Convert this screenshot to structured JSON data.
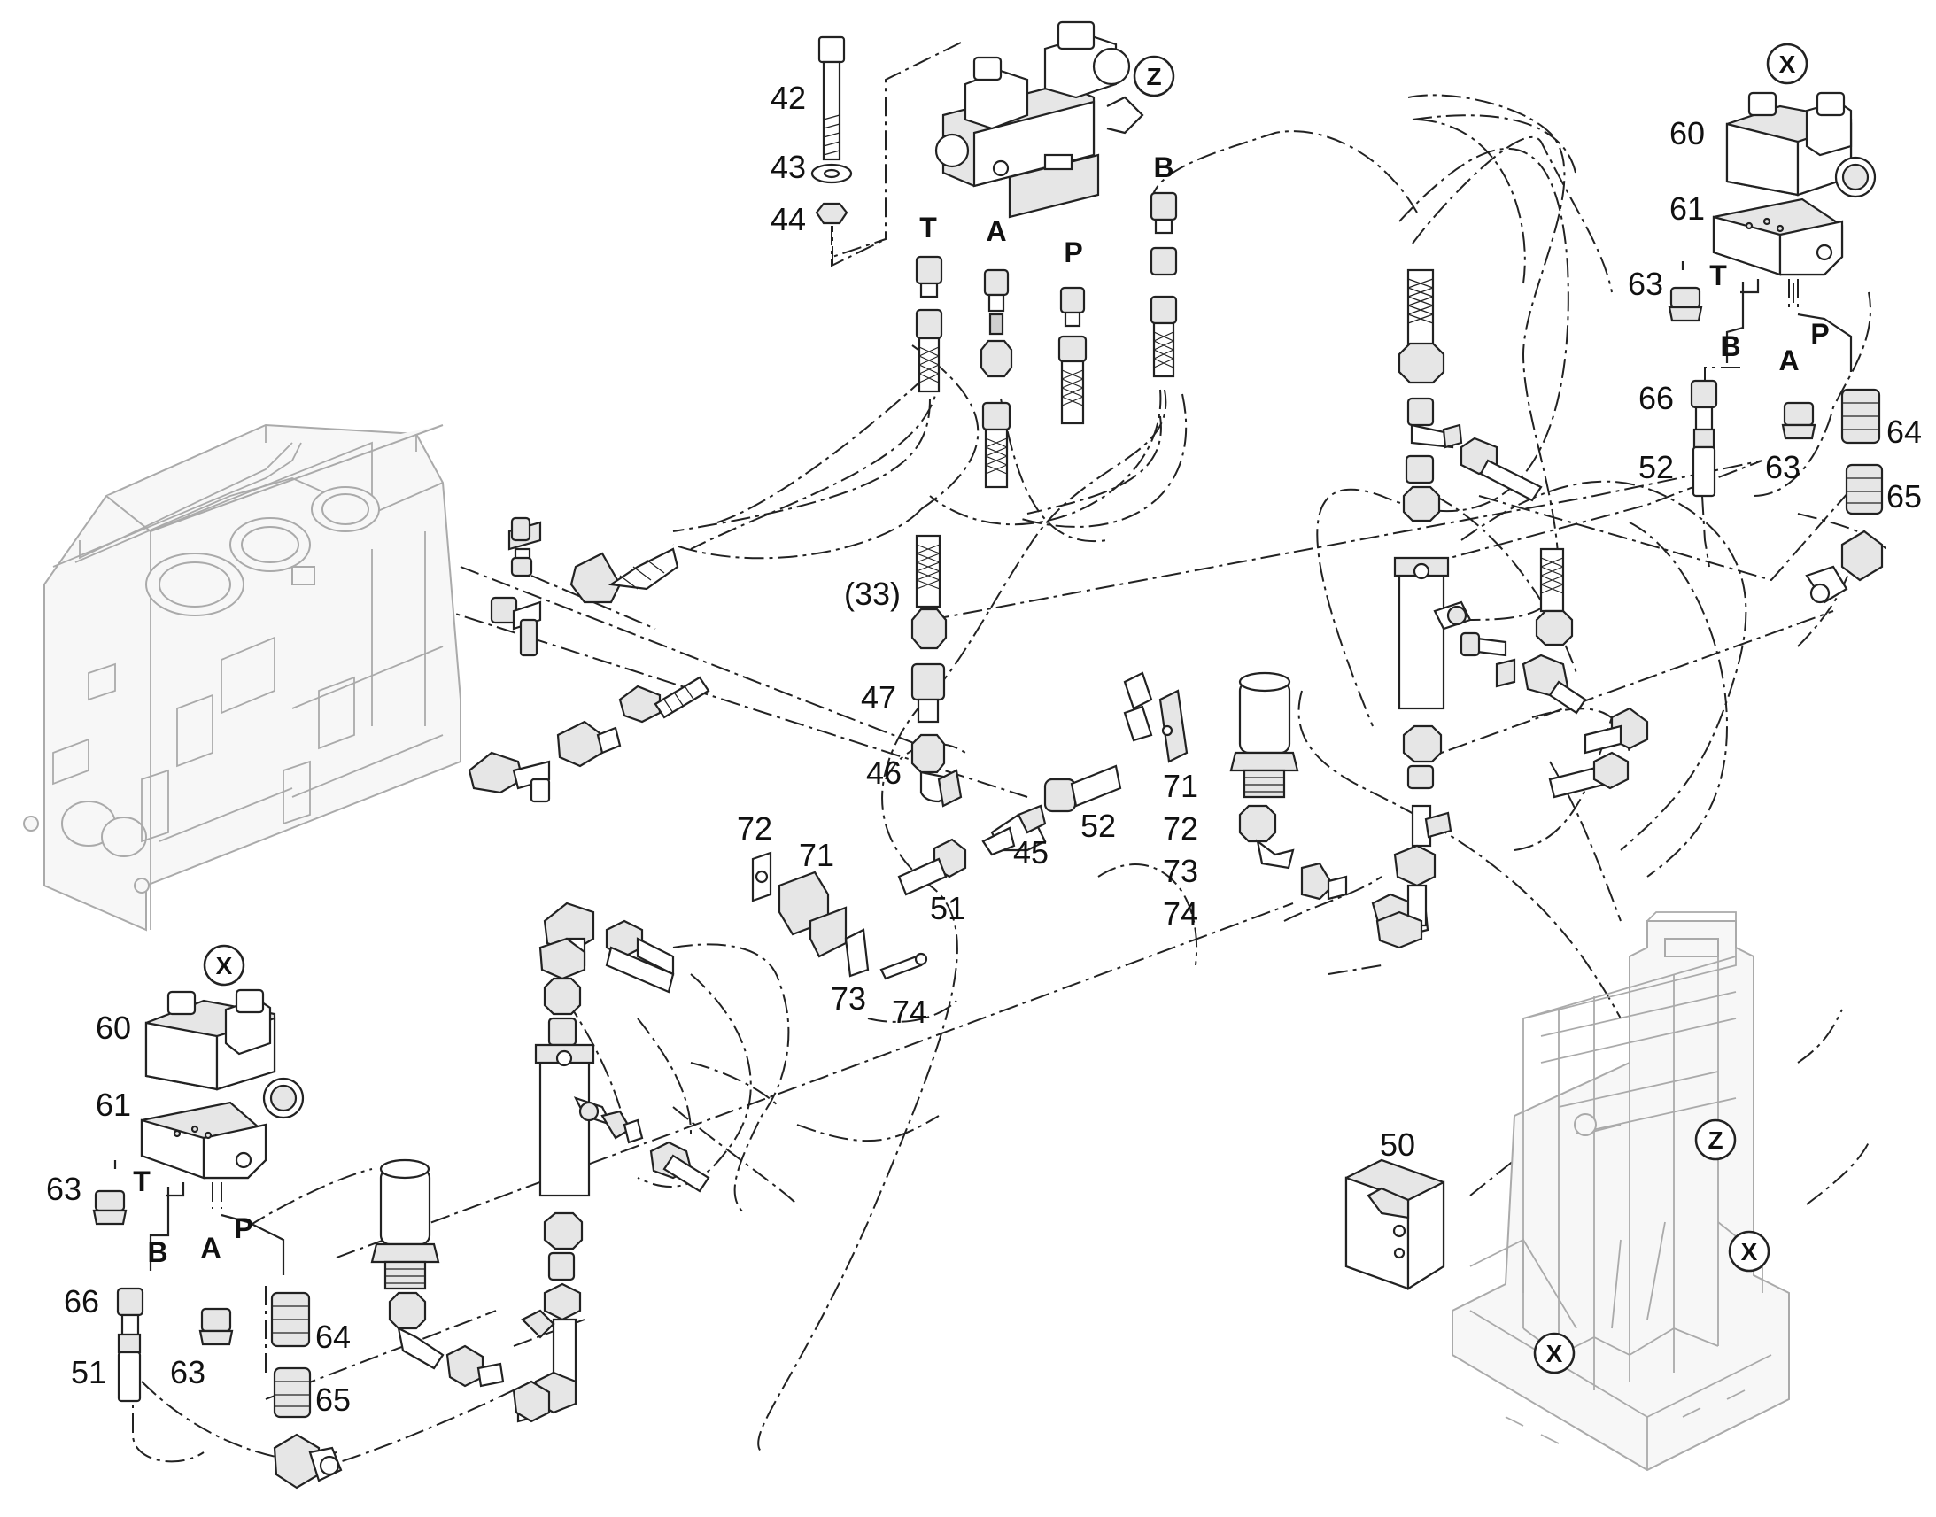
{
  "labels": {
    "l42": "42",
    "l43": "43",
    "l44": "44",
    "l33": "(33)",
    "l47": "47",
    "l46": "46",
    "l45": "45",
    "l52a": "52",
    "l51a": "51",
    "l71a": "71",
    "l72a": "72",
    "l73a": "73",
    "l74a": "74",
    "l72b": "72",
    "l71b": "71",
    "l73b": "73",
    "l74b": "74",
    "l60a": "60",
    "l61a": "61",
    "l63a": "63",
    "l66a": "66",
    "l52b": "52",
    "l63b": "63",
    "l64a": "64",
    "l65a": "65",
    "l60b": "60",
    "l61b": "61",
    "l63c": "63",
    "l66b": "66",
    "l51b": "51",
    "l63d": "63",
    "l64b": "64",
    "l65b": "65",
    "l50": "50"
  },
  "ports": {
    "z_T": "T",
    "z_A": "A",
    "z_P": "P",
    "z_B": "B",
    "xr_T": "T",
    "xr_B": "B",
    "xr_A": "A",
    "xr_P": "P",
    "xl_T": "T",
    "xl_B": "B",
    "xl_A": "A",
    "xl_P": "P"
  },
  "markers": {
    "z_top": "Z",
    "x_right": "X",
    "x_left": "X",
    "frame_z": "Z",
    "frame_x1": "X",
    "frame_x2": "X"
  }
}
